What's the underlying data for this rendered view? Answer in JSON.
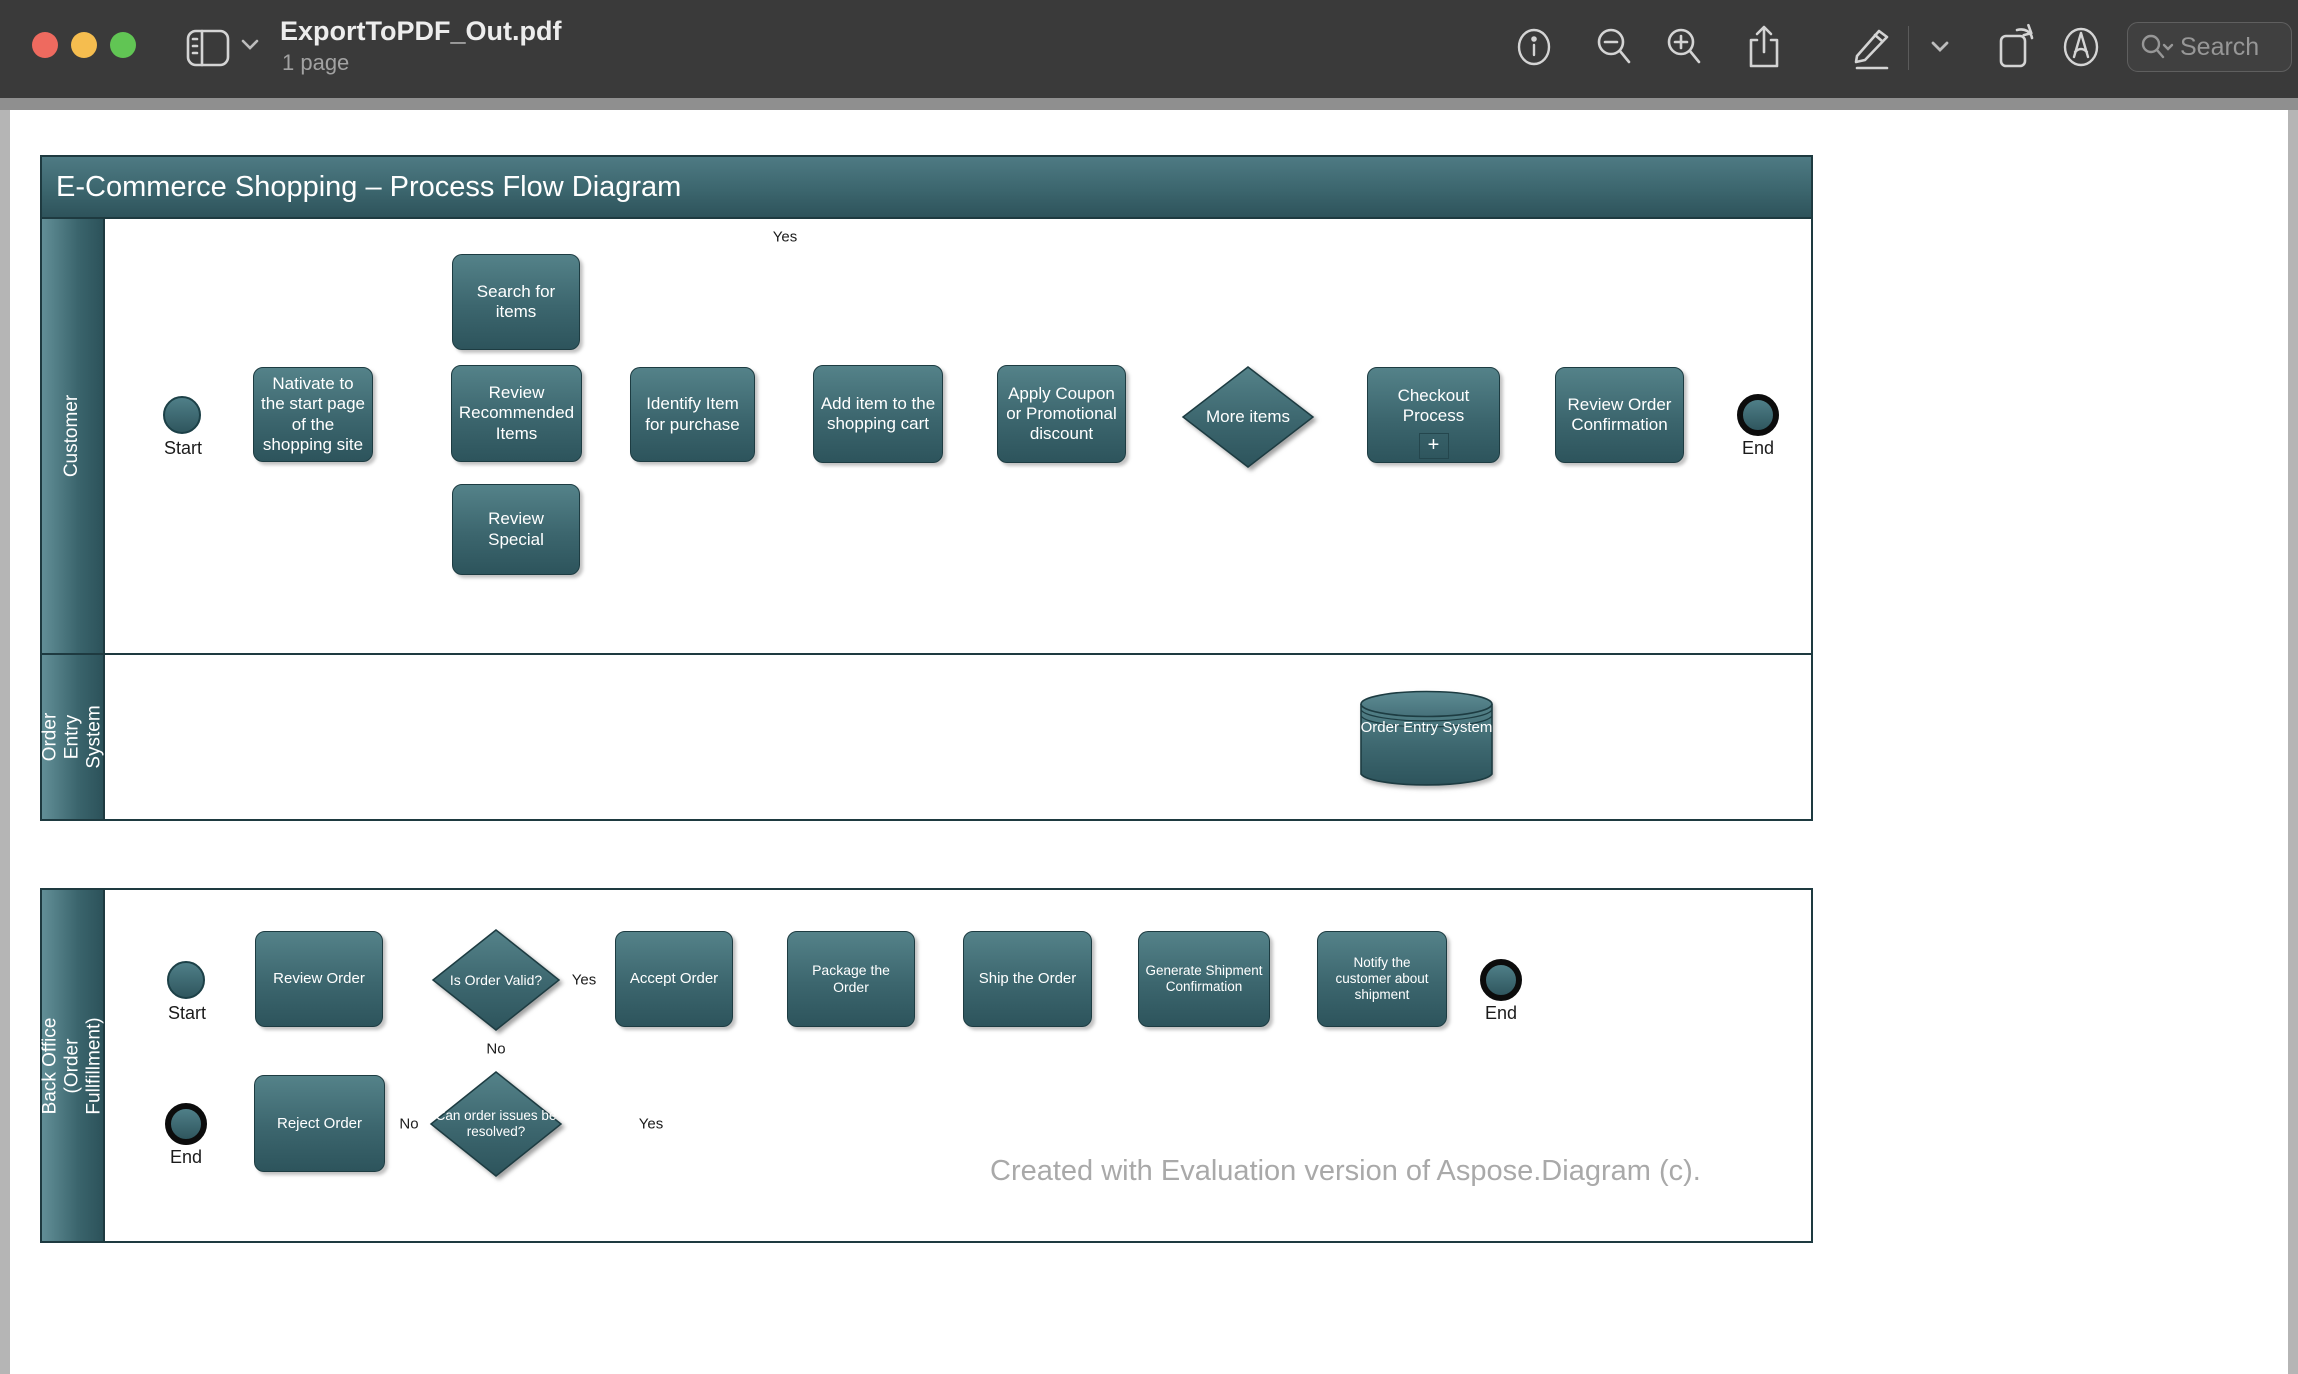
{
  "window": {
    "title": "ExportToPDF_Out.pdf",
    "subtitle": "1 page",
    "toolbar": {
      "search_placeholder": "Search"
    }
  },
  "diagram": {
    "title": "E-Commerce Shopping – Process Flow Diagram",
    "watermark": "Created with Evaluation version of Aspose.Diagram (c).",
    "lanes": {
      "customer": "Customer",
      "order_entry_system": "Order Entry System",
      "back_office": "Back Office (Order Fullfillment)"
    },
    "nodes": {
      "start1": "Start",
      "nativate": "Nativate to the start page of the shopping site",
      "search_items": "Search for items",
      "review_recommended": "Review Recommended Items",
      "review_special": "Review Special",
      "identify": "Identify Item for purchase",
      "add_item": "Add item to the shopping cart",
      "apply_coupon": "Apply Coupon or Promotional discount",
      "more_items": "More items",
      "checkout": "Checkout Process",
      "checkout_plus": "+",
      "review_order_confirmation": "Review Order Confirmation",
      "end1": "End",
      "order_entry_db": "Order Entry System",
      "start2": "Start",
      "review_order": "Review Order",
      "is_order_valid": "Is Order Valid?",
      "accept_order": "Accept Order",
      "package_order": "Package the Order",
      "ship_order": "Ship the Order",
      "generate_shipment": "Generate Shipment Confirmation",
      "notify_customer": "Notify the customer about shipment",
      "end2": "End",
      "end3": "End",
      "reject_order": "Reject Order",
      "can_resolve": "Can order issues be resolved?"
    },
    "edge_labels": {
      "yes_loop": "Yes",
      "valid_yes": "Yes",
      "valid_no": "No",
      "resolve_no": "No",
      "resolve_yes": "Yes"
    },
    "colors": {
      "box_top": "#548289",
      "box_bottom": "#2d545c",
      "pool_border": "#1e3a40",
      "edge_line": "#33535a",
      "titlebar": "#3a3a3a",
      "watermark_text": "#a9a9a9"
    }
  }
}
